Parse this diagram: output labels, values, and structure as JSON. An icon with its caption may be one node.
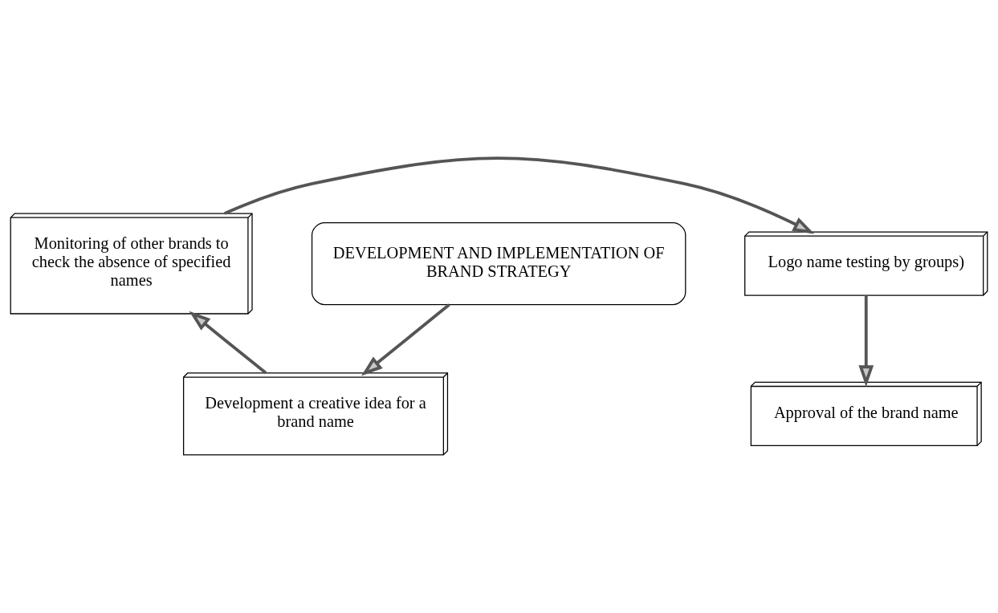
{
  "diagram": {
    "nodes": [
      {
        "text": [
          "Monitoring of other brands to check the absence of specified names"
        ]
      },
      {
        "text": [
          "Logo name testing by groups)"
        ]
      },
      {
        "text": [
          "Development a creative idea for a brand name"
        ]
      },
      {
        "text": [
          "Approval of the brand name"
        ]
      },
      {
        "text": [
          "DEVELOPMENT AND IMPLEMENTATION OF BRAND STRATEGY"
        ]
      }
    ],
    "edges": [
      {
        "from": 4,
        "to": 2,
        "arrow": "to"
      },
      {
        "from": 2,
        "to": 0,
        "arrow": "to"
      },
      {
        "from": 0,
        "to": 1,
        "arrow": "to"
      },
      {
        "from": 1,
        "to": 3,
        "arrow": "to"
      }
    ]
  }
}
